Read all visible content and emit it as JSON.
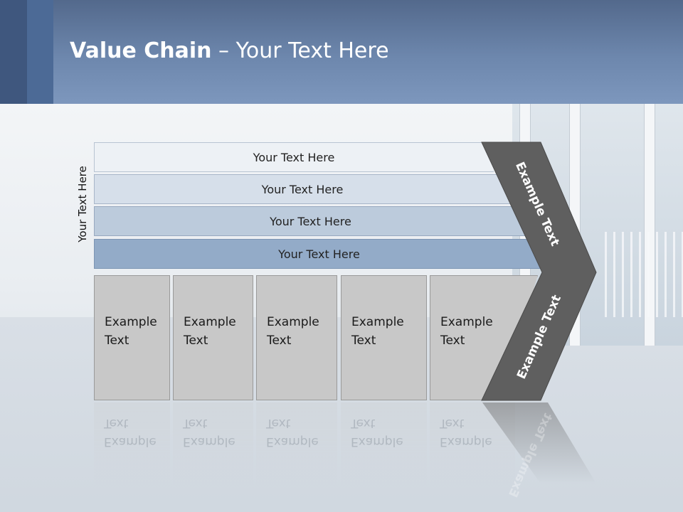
{
  "title": {
    "bold": "Value Chain",
    "rest": " – Your Text Here"
  },
  "side_label": "Your Text Here",
  "bands": [
    "Your Text Here",
    "Your Text Here",
    "Your Text Here",
    "Your Text Here"
  ],
  "boxes": [
    {
      "line1": "Example",
      "line2": "Text"
    },
    {
      "line1": "Example",
      "line2": "Text"
    },
    {
      "line1": "Example",
      "line2": "Text"
    },
    {
      "line1": "Example",
      "line2": "Text"
    },
    {
      "line1": "Example",
      "line2": "Text"
    }
  ],
  "chevron": {
    "upper_text": "Example Text",
    "lower_text": "Example Text"
  },
  "colors": {
    "header": "#6d87ad",
    "chevron": "#5f5f5f",
    "box": "#c8c8c8"
  }
}
